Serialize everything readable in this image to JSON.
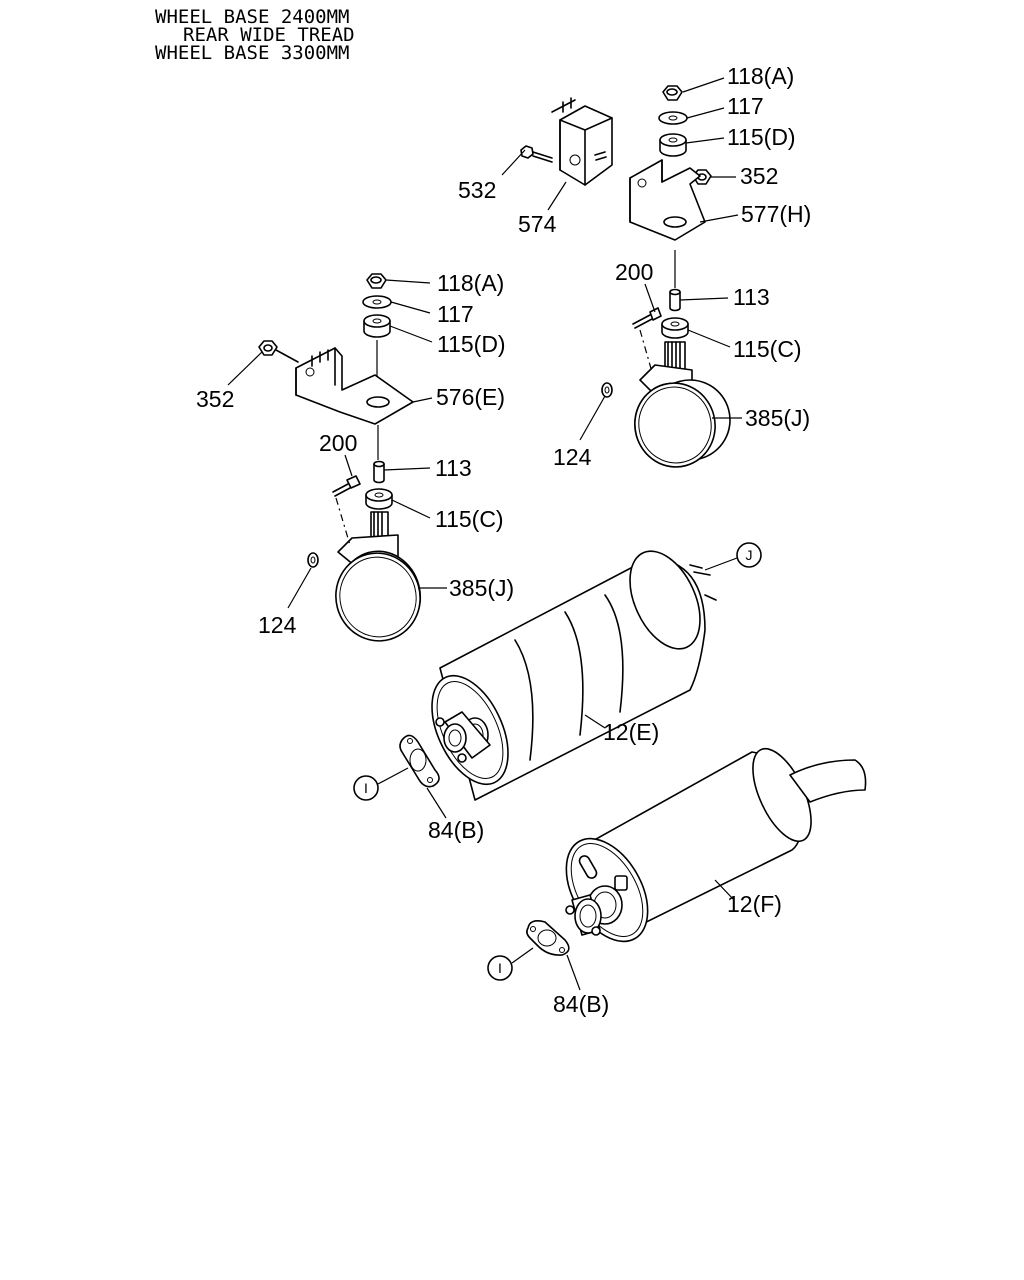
{
  "header": {
    "line1": "WHEEL BASE 2400MM",
    "line2": "REAR WIDE TREAD",
    "line3": "WHEEL BASE 3300MM"
  },
  "callouts": {
    "right_118": "118(A)",
    "right_117": "117",
    "right_115d": "115(D)",
    "right_352": "352",
    "right_532": "532",
    "right_574": "574",
    "right_577": "577(H)",
    "right_200": "200",
    "right_113": "113",
    "right_115c": "115(C)",
    "right_385": "385(J)",
    "right_124": "124",
    "left_118": "118(A)",
    "left_117": "117",
    "left_115d": "115(D)",
    "left_352": "352",
    "left_576": "576(E)",
    "left_200": "200",
    "left_113": "113",
    "left_115c": "115(C)",
    "left_385": "385(J)",
    "left_124": "124",
    "muffler_upper": "12(E)",
    "muffler_lower": "12(F)",
    "gasket_upper": "84(B)",
    "gasket_lower": "84(B)",
    "circle_j": "J",
    "circle_i_upper": "I",
    "circle_i_lower": "I"
  }
}
